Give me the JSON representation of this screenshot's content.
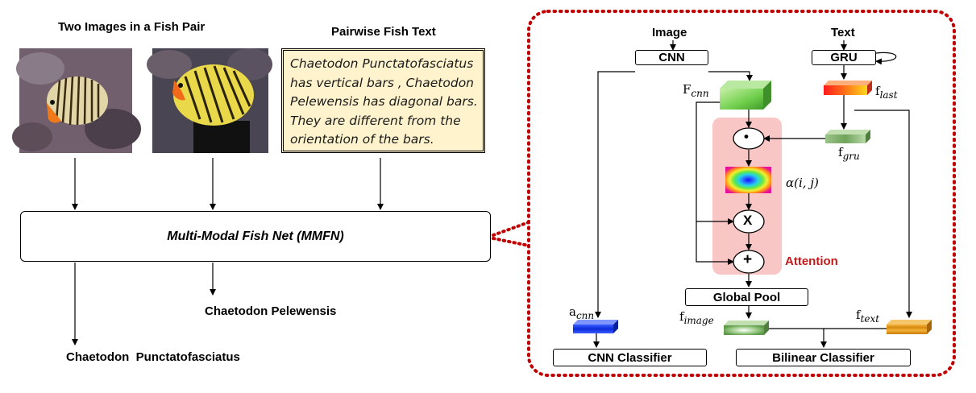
{
  "left": {
    "images_title": "Two Images in a Fish Pair",
    "text_title": "Pairwise Fish Text",
    "fish_text": "Chaetodon Punctatofasciatus\nhas vertical bars ,  Chaetodon\nPelewensis has diagonal bars.\nThey are different from the\norientation of the bars.",
    "network_label": "Multi-Modal Fish Net (MMFN)",
    "output_1": "Chaetodon Pelewensis",
    "output_2": "Chaetodon  Punctatofasciatus"
  },
  "right": {
    "image_label": "Image",
    "text_label": "Text",
    "cnn_label": "CNN",
    "gru_label": "GRU",
    "f_cnn": {
      "base": "F",
      "sub": "cnn"
    },
    "f_last": {
      "base": "f",
      "sub": "last"
    },
    "f_gru": {
      "base": "f",
      "sub": "gru"
    },
    "alpha": "α(i, j)",
    "dot_op": "•",
    "mul_op": "X",
    "add_op": "+",
    "attention_label": "Attention",
    "global_pool_label": "Global Pool",
    "a_cnn": {
      "base": "a",
      "sub": "cnn"
    },
    "f_image": {
      "base": "f",
      "sub": "image"
    },
    "f_text": {
      "base": "f",
      "sub": "text"
    },
    "cnn_classifier_label": "CNN Classifier",
    "bilinear_classifier_label": "Bilinear Classifier"
  },
  "colors": {
    "attention_bg": "#f9c6c6",
    "attention_text": "#c01a1a",
    "callout_border": "#c00000",
    "text_box_bg": "#fef3cc"
  }
}
